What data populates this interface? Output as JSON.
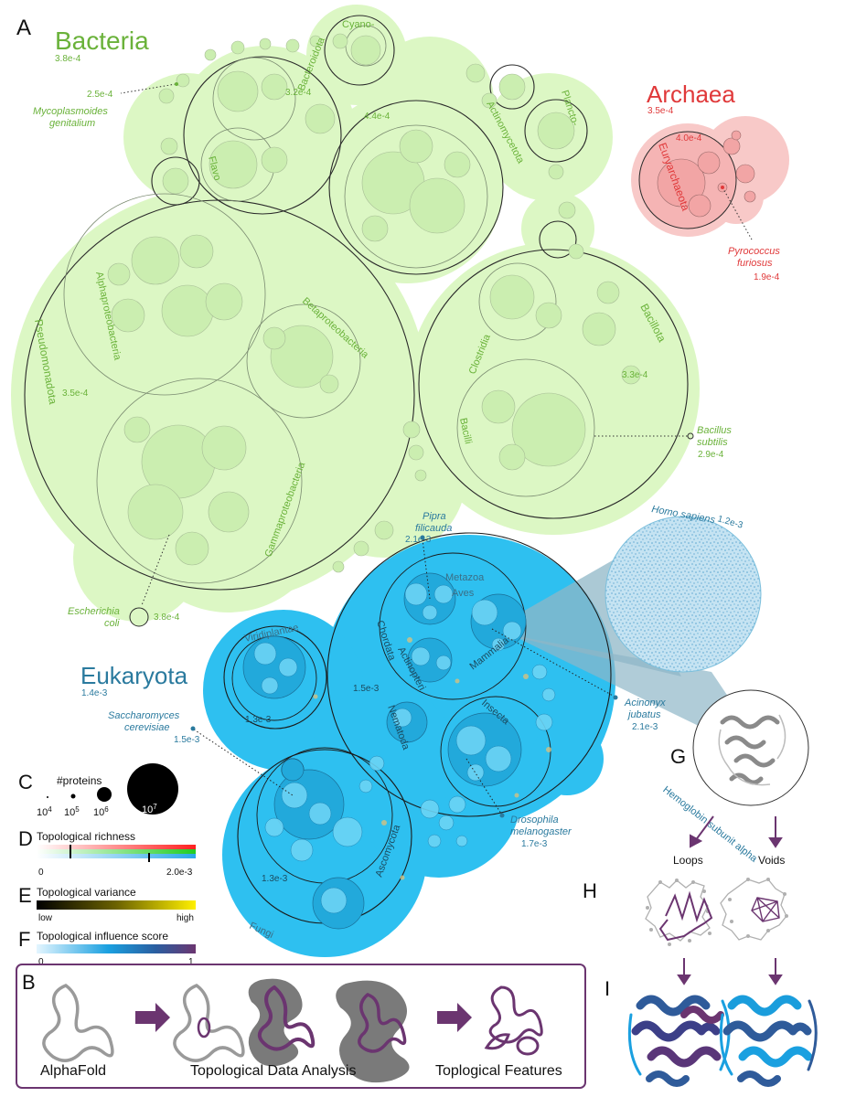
{
  "panels": {
    "a": "A",
    "b": "B",
    "c": "C",
    "d": "D",
    "e": "E",
    "f": "F",
    "g": "G",
    "h": "H",
    "i": "I"
  },
  "bacteria": {
    "title": "Bacteria",
    "value": "3.8e-4",
    "groups": {
      "cyano": "Cyano-",
      "bacteroidota": "Bacteroidota",
      "bacteroidota_value": "3.2e-4",
      "flavo": "Flavo",
      "actinomycetota": "Actinomycetota",
      "actinomycetota_value": "4.4e-4",
      "plancto": "Plancto-",
      "pseudomonadota": "Pseudomonadota",
      "pseudomonadota_value": "3.5e-4",
      "alphaproteobacteria": "Alphaproteobacteria",
      "betaproteobacteria": "Betaproteobacteria",
      "gammaproteobacteria": "Gammaproteobacteria",
      "bacillota": "Bacillota",
      "bacillota_value": "3.3e-4",
      "clostridia": "Clostridia",
      "bacilli": "Bacilli"
    },
    "species": {
      "mycoplasmoides_value": "2.5e-4",
      "mycoplasmoides_1": "Mycoplasmoides",
      "mycoplasmoides_2": "genitalium",
      "bacillus_1": "Bacillus",
      "bacillus_2": "subtilis",
      "bacillus_value": "2.9e-4",
      "escherichia_1": "Escherichia",
      "escherichia_2": "coli",
      "escherichia_value": "3.8e-4"
    }
  },
  "archaea": {
    "title": "Archaea",
    "value": "3.5e-4",
    "euryarchaeota": "Euryarchaeota",
    "euryarchaeota_value": "4.0e-4",
    "pyrococcus_1": "Pyrococcus",
    "pyrococcus_2": "furiosus",
    "pyrococcus_value": "1.9e-4"
  },
  "eukaryota": {
    "title": "Eukaryota",
    "value": "1.4e-3",
    "groups": {
      "metazoa": "Metazoa",
      "metazoa_value": "1.5e-3",
      "chordata": "Chordata",
      "aves": "Aves",
      "actinopteri": "Actinopteri",
      "mammalia": "Mammalia",
      "nematoda": "Nematoda",
      "insecta": "Insecta",
      "viridiplantae": "Viridiplantae",
      "viridiplantae_value": "1.3e-3",
      "fungi": "Fungi",
      "fungi_value": "1.3e-3",
      "ascomycota": "Ascomycota"
    },
    "species": {
      "pipra_1": "Pipra",
      "pipra_2": "filicauda",
      "pipra_value": "2.1e-3",
      "acinonyx_1": "Acinonyx",
      "acinonyx_2": "jubatus",
      "acinonyx_value": "2.1e-3",
      "saccharomyces_1": "Saccharomyces",
      "saccharomyces_2": "cerevisiae",
      "saccharomyces_value": "1.5e-3",
      "drosophila_1": "Drosophila",
      "drosophila_2": "melanogaster",
      "drosophila_value": "1.7e-3"
    },
    "homo_sapiens": "Homo sapiens",
    "homo_sapiens_value": "1.2e-3"
  },
  "protein": {
    "name": "Hemoglobin subunit alpha",
    "loops": "Loops",
    "voids": "Voids"
  },
  "legend": {
    "proteins_title": "#proteins",
    "proteins_base": "10",
    "proteins_exp": [
      "4",
      "5",
      "6",
      "7"
    ],
    "richness_title": "Topological richness",
    "richness_min": "0",
    "richness_max": "2.0e-3",
    "variance_title": "Topological variance",
    "variance_low": "low",
    "variance_high": "high",
    "influence_title": "Topological influence score",
    "influence_min": "0",
    "influence_max": "1"
  },
  "pipeline": {
    "step1": "AlphaFold",
    "step2": "Topological Data Analysis",
    "step3": "Toplogical Features"
  },
  "colors": {
    "bacteria_green": "#6ab23a",
    "bacteria_fill": "#dcf7c4",
    "archaea_red": "#e0393a",
    "archaea_fill": "#f8c9c8",
    "eukaryota_blue": "#2a7a9e",
    "eukaryota_fill": "#2ec0f0",
    "purple": "#6b3570"
  }
}
